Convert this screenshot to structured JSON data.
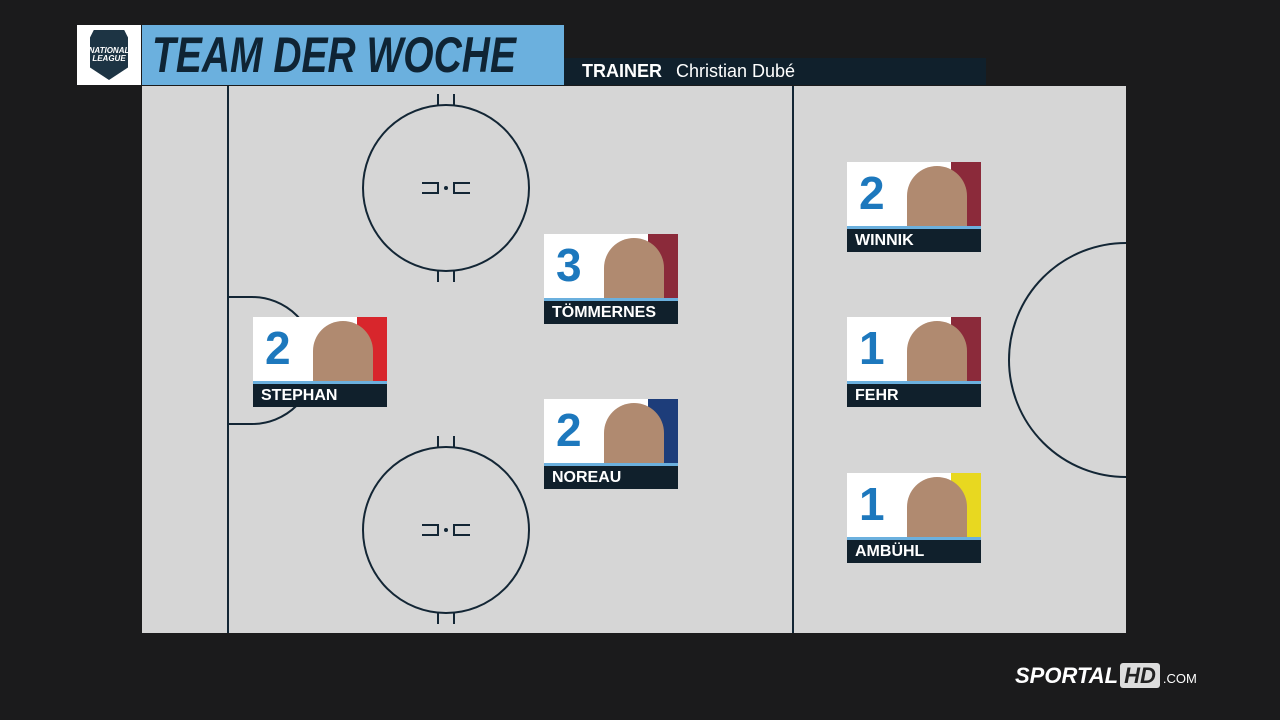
{
  "header": {
    "logo_text": "NATIONAL LEAGUE",
    "title": "TEAM DER WOCHE",
    "trainer_label": "TRAINER",
    "trainer_name": "Christian Dubé"
  },
  "players": [
    {
      "name": "STEPHAN",
      "count": "2",
      "team_color": "#d8262c"
    },
    {
      "name": "TÖMMERNES",
      "count": "3",
      "team_color": "#8b2a3a"
    },
    {
      "name": "NOREAU",
      "count": "2",
      "team_color": "#1d3d7a"
    },
    {
      "name": "WINNIK",
      "count": "2",
      "team_color": "#8b2a3a"
    },
    {
      "name": "FEHR",
      "count": "1",
      "team_color": "#8b2a3a"
    },
    {
      "name": "AMBÜHL",
      "count": "1",
      "team_color": "#e8d820"
    }
  ],
  "branding": {
    "name": "SPORTAL",
    "hd": "HD",
    "domain": ".COM"
  },
  "colors": {
    "accent": "#6bb0de",
    "dark": "#10202c",
    "number": "#1d78bd"
  }
}
